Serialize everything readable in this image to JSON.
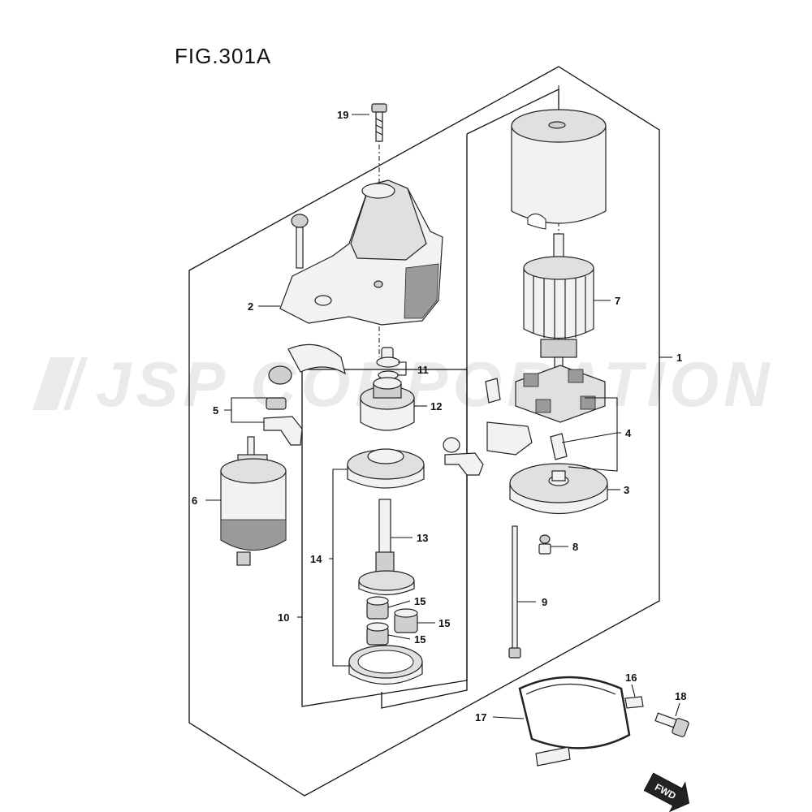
{
  "figure": {
    "title": "FIG.301A",
    "watermark": "JSP CORPORATION",
    "fwd_label": "FWD"
  },
  "callouts": {
    "c1": "1",
    "c2": "2",
    "c3": "3",
    "c4": "4",
    "c5": "5",
    "c6": "6",
    "c7": "7",
    "c8": "8",
    "c9": "9",
    "c10": "10",
    "c11": "11",
    "c12": "12",
    "c13": "13",
    "c14": "14",
    "c15a": "15",
    "c15b": "15",
    "c15c": "15",
    "c16": "16",
    "c17": "17",
    "c18": "18",
    "c19": "19"
  },
  "colors": {
    "line": "#111111",
    "part_fill": "#f2f2f2",
    "part_shade": "#cfcfcf",
    "watermark": "#d9d9d9"
  }
}
